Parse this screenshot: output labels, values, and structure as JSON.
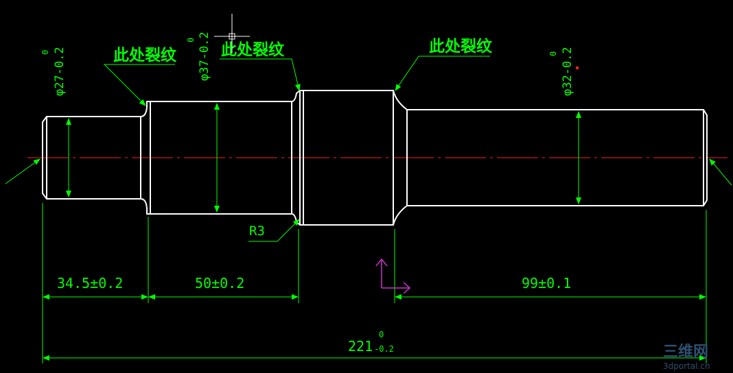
{
  "drawing": {
    "colors": {
      "background": "#000000",
      "part_outline": "#ffffff",
      "dimension": "#00ff00",
      "centerline": "#ff2020",
      "ucs_icon": "#cc33cc",
      "cursor": "#ffffff"
    },
    "notes": {
      "crack_label_1": "此处裂纹",
      "crack_label_2": "此处裂纹",
      "crack_label_3": "此处裂纹",
      "fillet_radius": "R3"
    },
    "diameters": {
      "d27": {
        "main": "φ27-0.2",
        "upper": "0"
      },
      "d37": {
        "main": "φ37-0.2",
        "upper": "0"
      },
      "d32": {
        "main": "φ32-0.2",
        "upper": "0"
      }
    },
    "lengths": {
      "l1": "34.5±0.2",
      "l2": "50±0.2",
      "l3": "99±0.1",
      "total_main": "221",
      "total_upper": "0",
      "total_lower": "-0.2"
    },
    "watermark": {
      "title": "三维网",
      "url": "3dportal.cn"
    }
  }
}
